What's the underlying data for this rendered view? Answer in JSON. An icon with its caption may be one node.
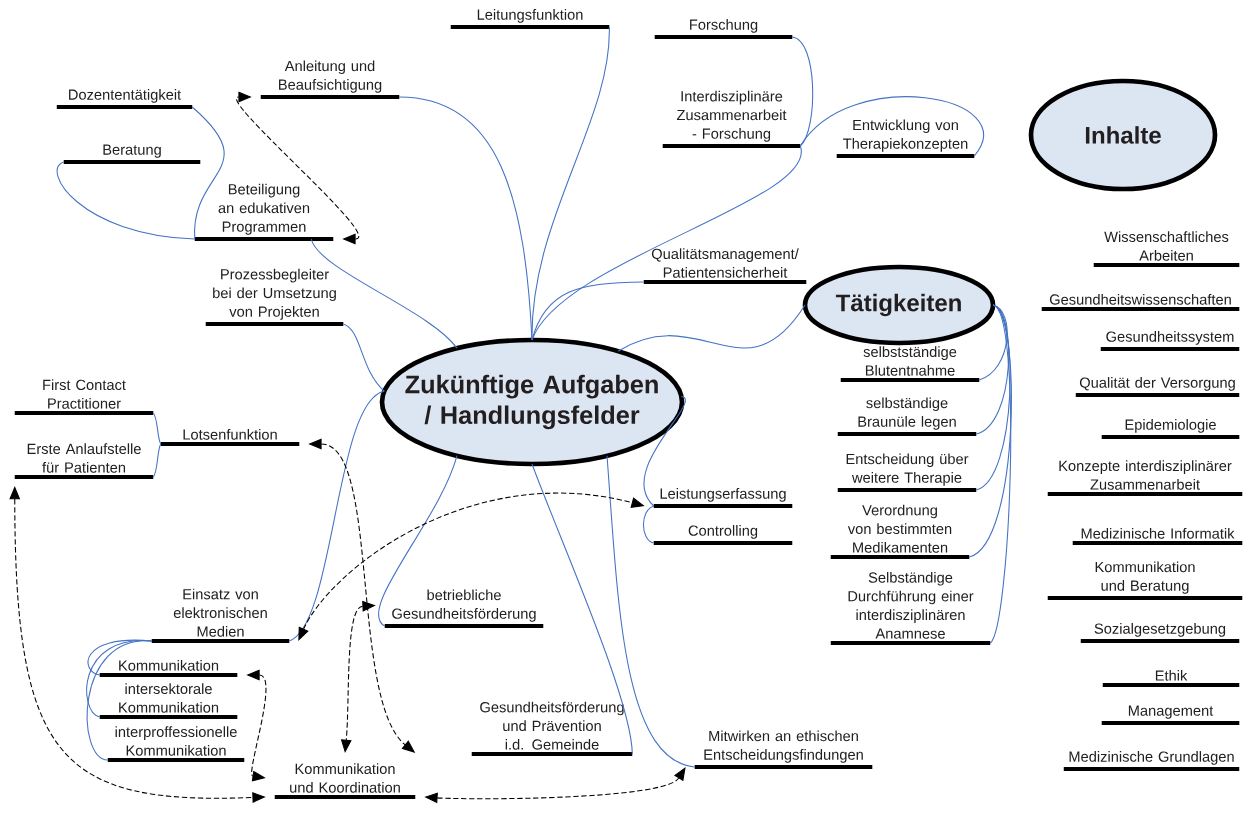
{
  "diagram": {
    "nodes": [
      {
        "text": [
          "Zukünftige Aufgaben / Handlungsfelder"
        ]
      },
      {
        "text": [
          "Inhalte"
        ]
      },
      {
        "text": [
          "Tätigkeiten"
        ]
      },
      {
        "text": [
          "Leitungsfunktion"
        ]
      },
      {
        "text": [
          "Forschung"
        ]
      },
      {
        "text": [
          "Anleitung und Beaufsichtigung"
        ]
      },
      {
        "text": [
          "Dozententätigkeit"
        ]
      },
      {
        "text": [
          "Interdisziplinäre Zusammenarbeit - Forschung"
        ]
      },
      {
        "text": [
          "Entwicklung von Therapiekonzepten"
        ]
      },
      {
        "text": [
          "Beratung"
        ]
      },
      {
        "text": [
          "Beteiligung an edukativen Programmen"
        ]
      },
      {
        "text": [
          "Qualitätsmanagement/ Patientensicherheit"
        ]
      },
      {
        "text": [
          "Prozessbegleiter bei der Umsetzung von Projekten"
        ]
      },
      {
        "text": [
          "First Contact Practitioner"
        ]
      },
      {
        "text": [
          "Lotsenfunktion"
        ]
      },
      {
        "text": [
          "Erste Anlaufstelle für Patienten"
        ]
      },
      {
        "text": [
          "Leistungserfassung"
        ]
      },
      {
        "text": [
          "Controlling"
        ]
      },
      {
        "text": [
          "Einsatz von elektronischen Medien"
        ]
      },
      {
        "text": [
          "betriebliche Gesundheitsförderung"
        ]
      },
      {
        "text": [
          "Kommunikation"
        ]
      },
      {
        "text": [
          "intersektorale Kommunikation"
        ]
      },
      {
        "text": [
          "interproffessionelle Kommunikation"
        ]
      },
      {
        "text": [
          "Gesundheitsförderung und Prävention i.d. Gemeinde"
        ]
      },
      {
        "text": [
          "Mitwirken an ethischen Entscheidungsfindungen"
        ]
      },
      {
        "text": [
          "Kommunikation und Koordination"
        ]
      },
      {
        "text": [
          "selbstständige Blutentnahme"
        ]
      },
      {
        "text": [
          "selbständige Braunüle legen"
        ]
      },
      {
        "text": [
          "Entscheidung über weitere Therapie"
        ]
      },
      {
        "text": [
          "Verordnung von bestimmten Medikamenten"
        ]
      },
      {
        "text": [
          "Selbständige Durchführung einer interdisziplinären Anamnese"
        ]
      },
      {
        "text": [
          "Wissenschaftliches Arbeiten"
        ]
      },
      {
        "text": [
          "Gesundheitswissenschaften"
        ]
      },
      {
        "text": [
          "Gesundheitssystem"
        ]
      },
      {
        "text": [
          "Qualität der Versorgung"
        ]
      },
      {
        "text": [
          "Epidemiologie"
        ]
      },
      {
        "text": [
          "Konzepte interdisziplinärer Zusammenarbeit"
        ]
      },
      {
        "text": [
          "Medizinische Informatik"
        ]
      },
      {
        "text": [
          "Kommunikation und Beratung"
        ]
      },
      {
        "text": [
          "Sozialgesetzgebung"
        ]
      },
      {
        "text": [
          "Ethik"
        ]
      },
      {
        "text": [
          "Management"
        ]
      },
      {
        "text": [
          "Medizinische Grundlagen"
        ]
      }
    ],
    "edges": [
      {
        "from": 0,
        "to": 3,
        "arrow": "none"
      },
      {
        "from": 0,
        "to": 5,
        "arrow": "none"
      },
      {
        "from": 0,
        "to": 10,
        "arrow": "none"
      },
      {
        "from": 0,
        "to": 12,
        "arrow": "none"
      },
      {
        "from": 0,
        "to": 11,
        "arrow": "none"
      },
      {
        "from": 0,
        "to": 7,
        "arrow": "none"
      },
      {
        "from": 7,
        "to": 4,
        "arrow": "none"
      },
      {
        "from": 7,
        "to": 8,
        "arrow": "none"
      },
      {
        "from": 0,
        "to": 2,
        "arrow": "none"
      },
      {
        "from": 10,
        "to": 6,
        "arrow": "none"
      },
      {
        "from": 10,
        "to": 9,
        "arrow": "none"
      },
      {
        "from": 14,
        "to": 13,
        "arrow": "none"
      },
      {
        "from": 14,
        "to": 15,
        "arrow": "none"
      },
      {
        "from": 0,
        "to": 18,
        "arrow": "none"
      },
      {
        "from": 0,
        "to": 19,
        "arrow": "none"
      },
      {
        "from": 0,
        "to": 16,
        "arrow": "none"
      },
      {
        "from": 16,
        "to": 17,
        "arrow": "none"
      },
      {
        "from": 0,
        "to": 23,
        "arrow": "none"
      },
      {
        "from": 0,
        "to": 24,
        "arrow": "none"
      },
      {
        "from": 18,
        "to": 20,
        "arrow": "none"
      },
      {
        "from": 18,
        "to": 21,
        "arrow": "none"
      },
      {
        "from": 18,
        "to": 22,
        "arrow": "none"
      },
      {
        "from": 2,
        "to": 26,
        "arrow": "none"
      },
      {
        "from": 2,
        "to": 27,
        "arrow": "none"
      },
      {
        "from": 2,
        "to": 28,
        "arrow": "none"
      },
      {
        "from": 2,
        "to": 29,
        "arrow": "none"
      },
      {
        "from": 2,
        "to": 30,
        "arrow": "none"
      },
      {
        "from": 10,
        "to": 5,
        "arrow": "both",
        "style": "dashed",
        "color": "#000000"
      },
      {
        "from": 14,
        "to": 25,
        "arrow": "both",
        "style": "dashed",
        "color": "#000000"
      },
      {
        "from": 18,
        "to": 16,
        "arrow": "both",
        "style": "dashed",
        "color": "#000000"
      },
      {
        "from": 19,
        "to": 25,
        "arrow": "both",
        "style": "dashed",
        "color": "#000000"
      },
      {
        "from": 20,
        "to": 25,
        "arrow": "both",
        "style": "dashed",
        "color": "#000000"
      },
      {
        "from": 15,
        "to": 25,
        "arrow": "both",
        "style": "dashed",
        "color": "#000000"
      },
      {
        "from": 25,
        "to": 24,
        "arrow": "both",
        "style": "dashed",
        "color": "#000000"
      }
    ]
  }
}
